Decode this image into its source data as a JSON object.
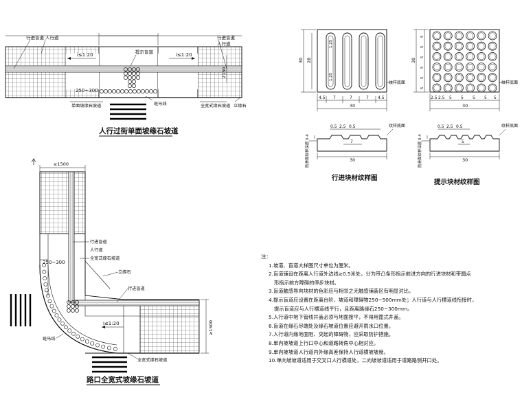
{
  "titles": {
    "crossing": "人行过街单面坡缘石坡道",
    "corner": "路口全宽式坡缘石坡道",
    "travel_tile": "行进块材纹样图",
    "warning_tile": "提示块材纹样图"
  },
  "labels": {
    "travel_blind": "行进盲道",
    "sidewalk": "人行道",
    "warning_blind": "提示盲道",
    "slope": "i≤1:20",
    "range": "250~300",
    "single_curb": "单面坡缘石坡道",
    "crosswalk": "斑马线",
    "uniform_curb": "立缘石",
    "dim_2150": "2150",
    "dim_1500a": "≥1500",
    "dim_1500b": "≥1500",
    "full_curb": "全宽式缘石坡道",
    "texture_bottom": "纹样底面",
    "anti_slip": "防滑面纹样深度"
  },
  "dims": {
    "total": "30",
    "inner": "28",
    "bar_len": "1.25",
    "v5": "5",
    "v25": "2.5",
    "v45": "4.5",
    "v7": "7",
    "v05": "0.5",
    "v04": "0.4"
  },
  "notes": {
    "head": "注：",
    "items": [
      "1.坡道、盲道大样图尺寸单位为厘米。",
      "2.盲道铺设在距离人行道外边线≥0.5米处，分为带凸条形指示前进方向的行进块材和带圆点",
      "形指示前方障碍的停步块材。",
      "3.盲道触感导向块材的色彩应与相邻之无触感铺装区有明显对比。",
      "4.提示盲道应设置在距离台阶、坡道和障碍物250~500mm处；人行道与人行横道线衔接时，",
      "提示盲道应与人行横道线平行，且距离路缘石250~300mm。",
      "5.人行道中地下管线井盖必须与地面按平，不得用篦式井盖。",
      "6.盲道在缘石尽端处及缘石坡道位置应避开雨水口位置。",
      "7.人行道内缘地面阻、突起的障碍物，应采取防护措施。",
      "8.单向坡坡道上行口中心和道路转角中心相对应。",
      "9.单向坡坡道人行道内外缘高差保持人行道横坡坡度。",
      "10.单向坡坡道适用于交叉口人行横道处，二向坡坡道适用于道路路侧开口处。"
    ]
  }
}
